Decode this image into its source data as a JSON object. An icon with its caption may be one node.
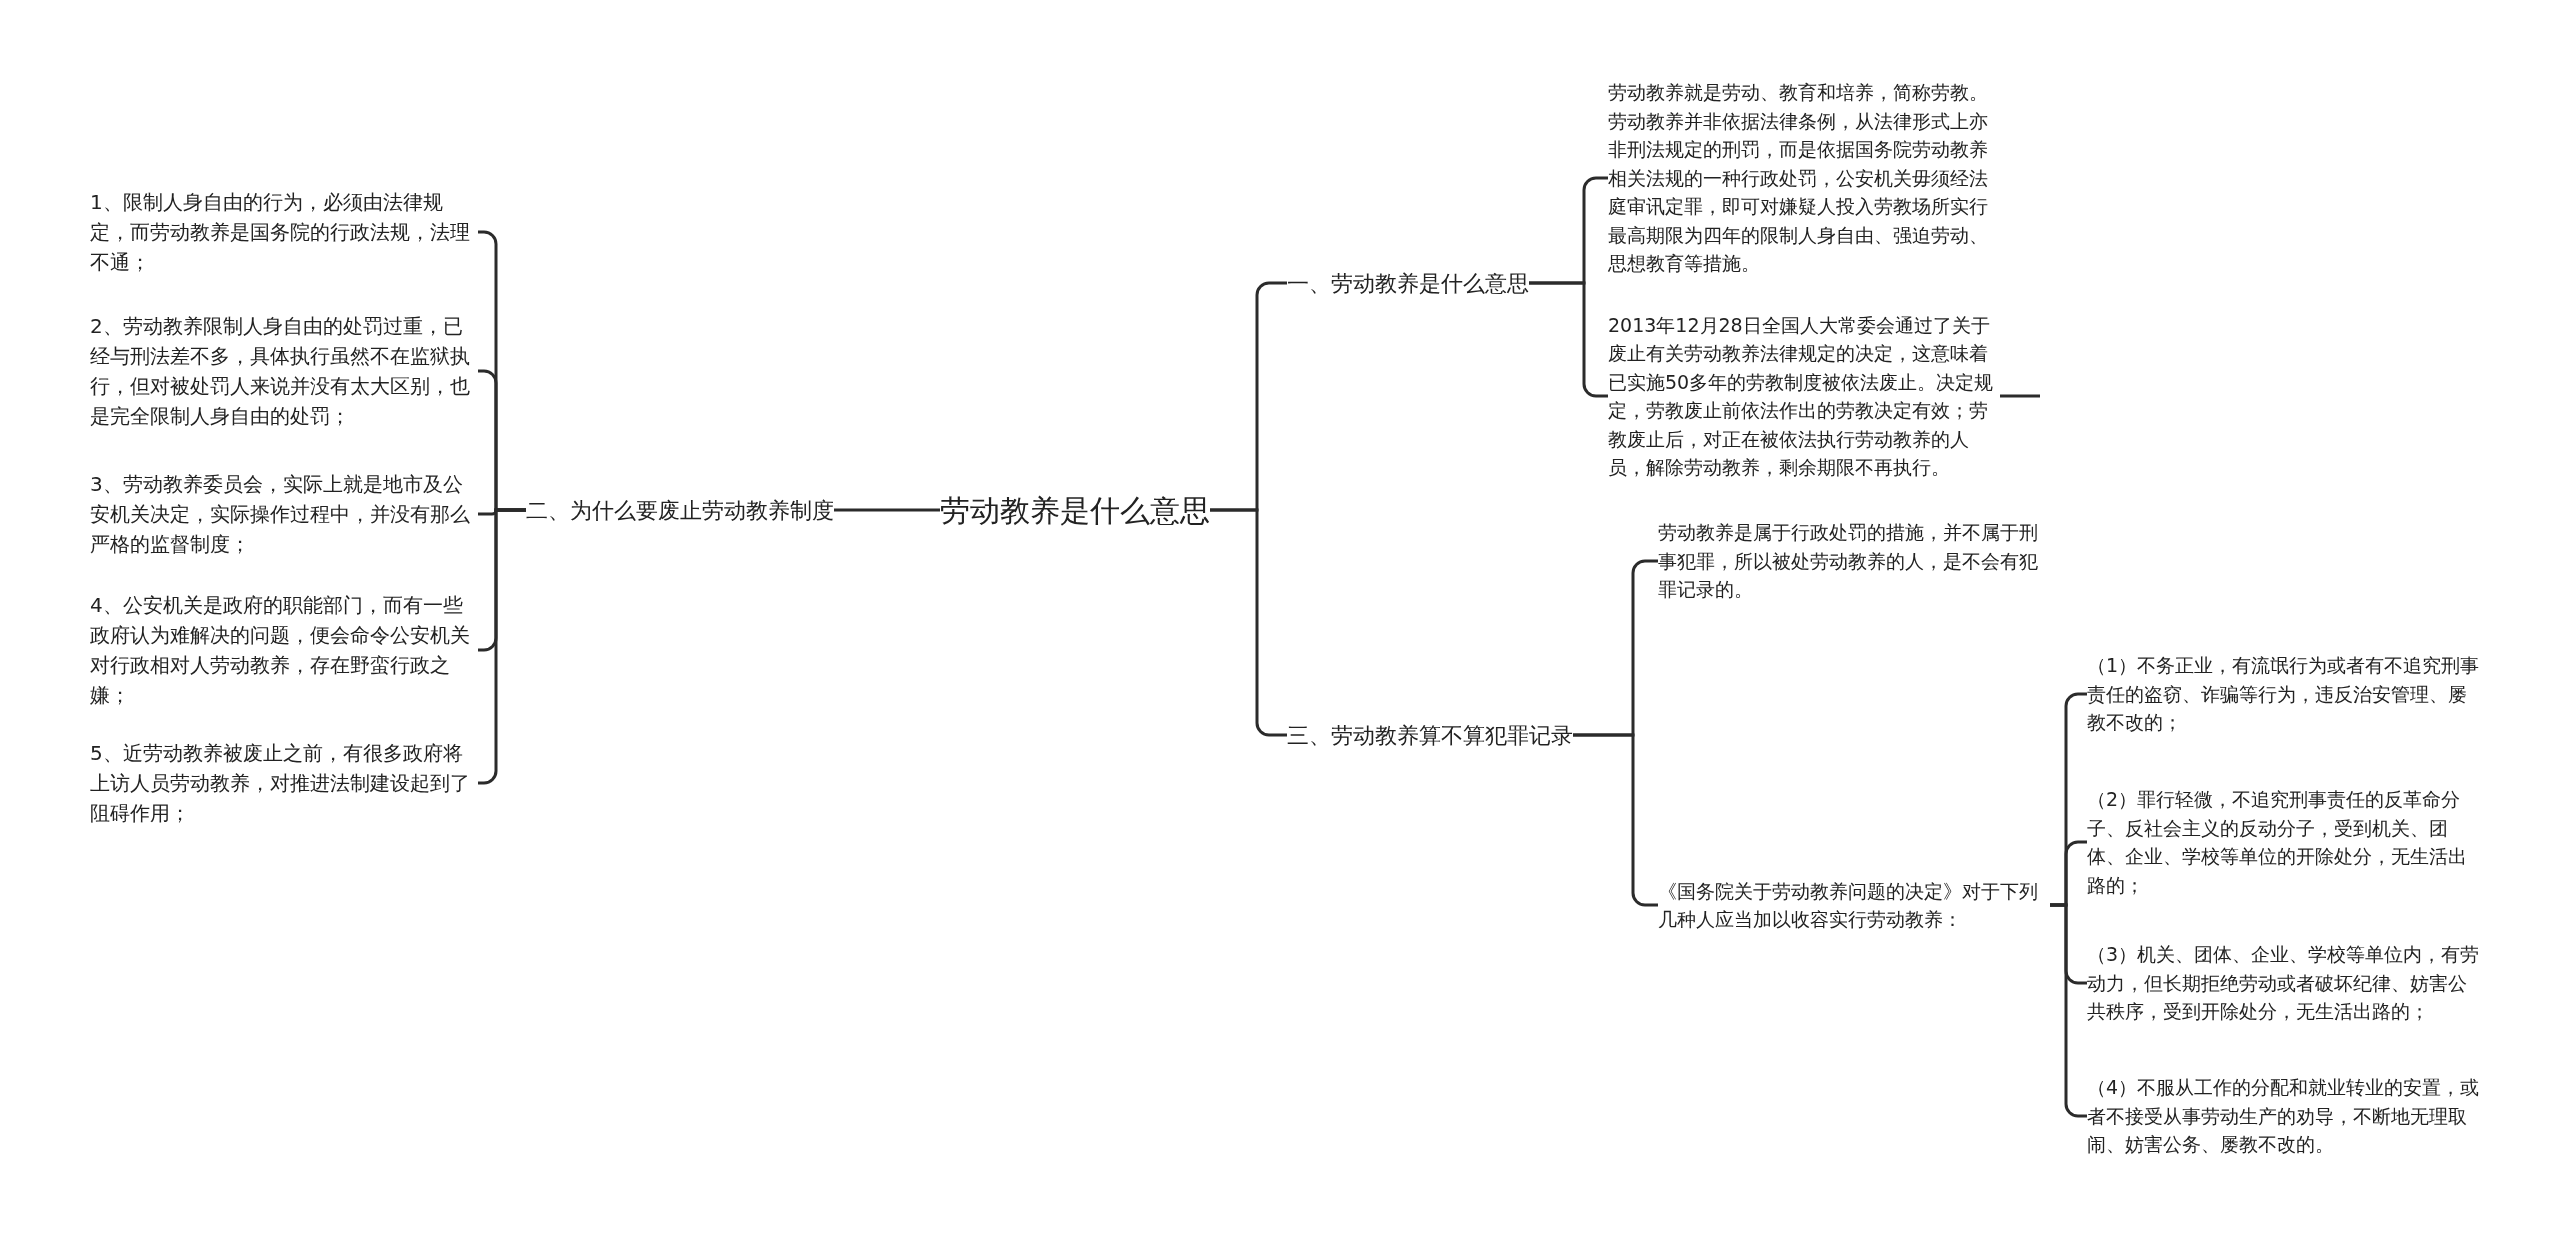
{
  "diagram": {
    "nodes": [
      {
        "text": [
          "劳动教养是什么意思"
        ]
      },
      {
        "text": [
          "一、劳动教养是什么意思"
        ]
      },
      {
        "text": [
          "劳动教养就是劳动、教育和培养，简称劳教。劳动教养并非依据法律条例，从法律形式上亦非刑法规定的刑罚，而是依据国务院劳动教养相关法规的一种行政处罚，公安机关毋须经法庭审讯定罪，即可对嫌疑人投入劳教场所实行最高期限为四年的限制人身自由、强迫劳动、思想教育等措施。"
        ]
      },
      {
        "text": [
          "2013年12月28日全国人大常委会通过了关于废止有关劳动教养法律规定的决定，这意味着已实施50多年的劳教制度被依法废止。决定规定，劳教废止前依法作出的劳教决定有效；劳教废止后，对正在被依法执行劳动教养的人员，解除劳动教养，剩余期限不再执行。"
        ]
      },
      {
        "text": [
          "二、为什么要废止劳动教养制度"
        ]
      },
      {
        "text": [
          "1、限制人身自由的行为，必须由法律规定，而劳动教养是国务院的行政法规，法理不通；"
        ]
      },
      {
        "text": [
          "2、劳动教养限制人身自由的处罚过重，已经与刑法差不多，具体执行虽然不在监狱执行，但对被处罚人来说并没有太大区别，也是完全限制人身自由的处罚；"
        ]
      },
      {
        "text": [
          "3、劳动教养委员会，实际上就是地市及公安机关决定，实际操作过程中，并没有那么严格的监督制度；"
        ]
      },
      {
        "text": [
          "4、公安机关是政府的职能部门，而有一些政府认为难解决的问题，便会命令公安机关对行政相对人劳动教养，存在野蛮行政之嫌；"
        ]
      },
      {
        "text": [
          "5、近劳动教养被废止之前，有很多政府将上访人员劳动教养，对推进法制建设起到了阻碍作用；"
        ]
      },
      {
        "text": [
          "三、劳动教养算不算犯罪记录"
        ]
      },
      {
        "text": [
          "劳动教养是属于行政处罚的措施，并不属于刑事犯罪，所以被处劳动教养的人，是不会有犯罪记录的。"
        ]
      },
      {
        "text": [
          "《国务院关于劳动教养问题的决定》对于下列几种人应当加以收容实行劳动教养："
        ]
      },
      {
        "text": [
          "（1）不务正业，有流氓行为或者有不追究刑事责任的盗窃、诈骗等行为，违反治安管理、屡教不改的；"
        ]
      },
      {
        "text": [
          "（2）罪行轻微，不追究刑事责任的反革命分子、反社会主义的反动分子，受到机关、团体、企业、学校等单位的开除处分，无生活出路的；"
        ]
      },
      {
        "text": [
          "（3）机关、团体、企业、学校等单位内，有劳动力，但长期拒绝劳动或者破坏纪律、妨害公共秩序，受到开除处分，无生活出路的；"
        ]
      },
      {
        "text": [
          "（4）不服从工作的分配和就业转业的安置，或者不接受从事劳动生产的劝导，不断地无理取闹、妨害公务、屡教不改的。"
        ]
      }
    ],
    "edges": [
      {
        "from": 0,
        "to": 1,
        "arrow": "none"
      },
      {
        "from": 1,
        "to": 2,
        "arrow": "none"
      },
      {
        "from": 1,
        "to": 3,
        "arrow": "none"
      },
      {
        "from": 3,
        "to": null,
        "arrow": "none"
      },
      {
        "from": 0,
        "to": 4,
        "arrow": "none"
      },
      {
        "from": 4,
        "to": 5,
        "arrow": "none"
      },
      {
        "from": 4,
        "to": 6,
        "arrow": "none"
      },
      {
        "from": 4,
        "to": 7,
        "arrow": "none"
      },
      {
        "from": 4,
        "to": 8,
        "arrow": "none"
      },
      {
        "from": 4,
        "to": 9,
        "arrow": "none"
      },
      {
        "from": 0,
        "to": 10,
        "arrow": "none"
      },
      {
        "from": 10,
        "to": 11,
        "arrow": "none"
      },
      {
        "from": 10,
        "to": 12,
        "arrow": "none"
      },
      {
        "from": 12,
        "to": 13,
        "arrow": "none"
      },
      {
        "from": 12,
        "to": 14,
        "arrow": "none"
      },
      {
        "from": 12,
        "to": 15,
        "arrow": "none"
      },
      {
        "from": 12,
        "to": 16,
        "arrow": "none"
      }
    ]
  }
}
